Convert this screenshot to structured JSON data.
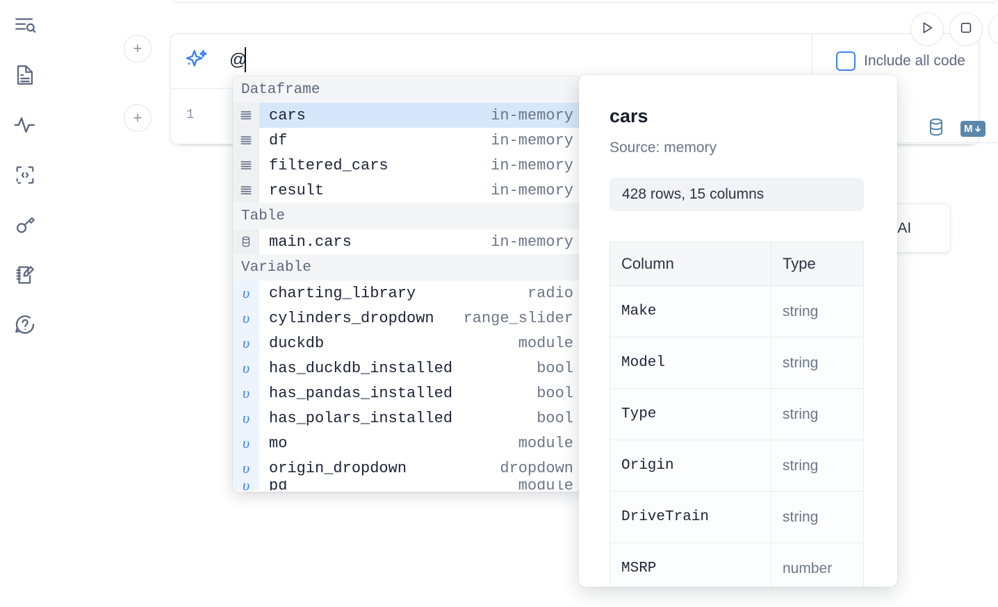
{
  "sidebar": {
    "items": [
      {
        "icon": "file-search-icon",
        "name": "explore"
      },
      {
        "icon": "document-icon",
        "name": "notebook"
      },
      {
        "icon": "activity-icon",
        "name": "activity"
      },
      {
        "icon": "code-brackets-icon",
        "name": "snippets"
      },
      {
        "icon": "key-icon",
        "name": "secrets"
      },
      {
        "icon": "notebook-edit-icon",
        "name": "scratchpad"
      },
      {
        "icon": "help-chat-icon",
        "name": "help"
      }
    ]
  },
  "cell": {
    "add_button_label": "+",
    "line_number": "1",
    "ai_input_value": "@",
    "sparkle_icon": "sparkle-icon",
    "run_icon": "play-icon",
    "stop_icon": "stop-square-icon",
    "include_all_code_label": "Include all code",
    "include_all_code_checked": false,
    "database_icon": "database-icon",
    "markdown_icon": "markdown-icon",
    "markdown_label": "M",
    "ai_chip_label": "h AI"
  },
  "autocomplete": {
    "groups": [
      {
        "label": "Dataframe",
        "items": [
          {
            "name": "cars",
            "meta": "in-memory",
            "icon": "dataframe-icon",
            "selected": true
          },
          {
            "name": "df",
            "meta": "in-memory",
            "icon": "dataframe-icon",
            "selected": false
          },
          {
            "name": "filtered_cars",
            "meta": "in-memory",
            "icon": "dataframe-icon",
            "selected": false
          },
          {
            "name": "result",
            "meta": "in-memory",
            "icon": "dataframe-icon",
            "selected": false
          }
        ]
      },
      {
        "label": "Table",
        "items": [
          {
            "name": "main.cars",
            "meta": "in-memory",
            "icon": "table-icon",
            "selected": false
          }
        ]
      },
      {
        "label": "Variable",
        "items": [
          {
            "name": "charting_library",
            "meta": "radio",
            "icon": "variable-icon",
            "selected": false
          },
          {
            "name": "cylinders_dropdown",
            "meta": "range_slider",
            "icon": "variable-icon",
            "selected": false
          },
          {
            "name": "duckdb",
            "meta": "module",
            "icon": "variable-icon",
            "selected": false
          },
          {
            "name": "has_duckdb_installed",
            "meta": "bool",
            "icon": "variable-icon",
            "selected": false
          },
          {
            "name": "has_pandas_installed",
            "meta": "bool",
            "icon": "variable-icon",
            "selected": false
          },
          {
            "name": "has_polars_installed",
            "meta": "bool",
            "icon": "variable-icon",
            "selected": false
          },
          {
            "name": "mo",
            "meta": "module",
            "icon": "variable-icon",
            "selected": false
          },
          {
            "name": "origin_dropdown",
            "meta": "dropdown",
            "icon": "variable-icon",
            "selected": false
          },
          {
            "name": "pd",
            "meta": "module",
            "icon": "variable-icon",
            "selected": false
          }
        ]
      }
    ],
    "variable_glyph": "υ"
  },
  "detail": {
    "title": "cars",
    "source": "Source: memory",
    "stats": "428 rows, 15 columns",
    "columns_header": "Column",
    "type_header": "Type",
    "rows": [
      {
        "column": "Make",
        "type": "string"
      },
      {
        "column": "Model",
        "type": "string"
      },
      {
        "column": "Type",
        "type": "string"
      },
      {
        "column": "Origin",
        "type": "string"
      },
      {
        "column": "DriveTrain",
        "type": "string"
      },
      {
        "column": "MSRP",
        "type": "number"
      }
    ]
  },
  "colors": {
    "accent_blue": "#3b82f6",
    "selection_blue": "#d6e7fb",
    "group_header_bg": "#f4f5f7",
    "gutter_gray": "#eff0f2",
    "gutter_blue": "#edf4fd",
    "text_dark": "#1b2336",
    "text_muted": "#6b7688",
    "icon_rail": "#5c6880",
    "db_icon": "#5b87aa"
  }
}
